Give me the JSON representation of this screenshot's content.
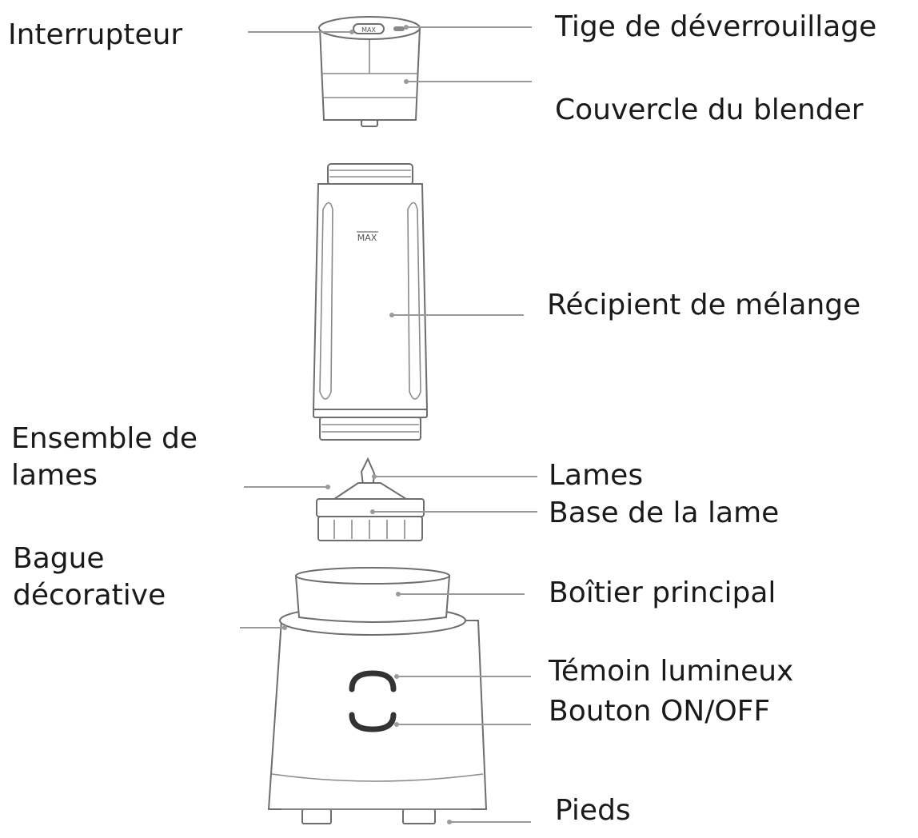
{
  "labels": {
    "switch": "Interrupteur",
    "unlock_rod": "Tige de déverrouillage",
    "lid": "Couvercle du blender",
    "container": "Récipient de mélange",
    "blade_assembly": [
      "Ensemble de",
      "lames"
    ],
    "blades": "Lames",
    "blade_base": "Base de la lame",
    "decor_ring": [
      "Bague",
      "décorative"
    ],
    "main_body": "Boîtier principal",
    "indicator": "Témoin lumineux",
    "power_button": "Bouton ON/OFF",
    "feet": "Pieds"
  },
  "container_mark": "MAX",
  "lid_mark": "MAX"
}
